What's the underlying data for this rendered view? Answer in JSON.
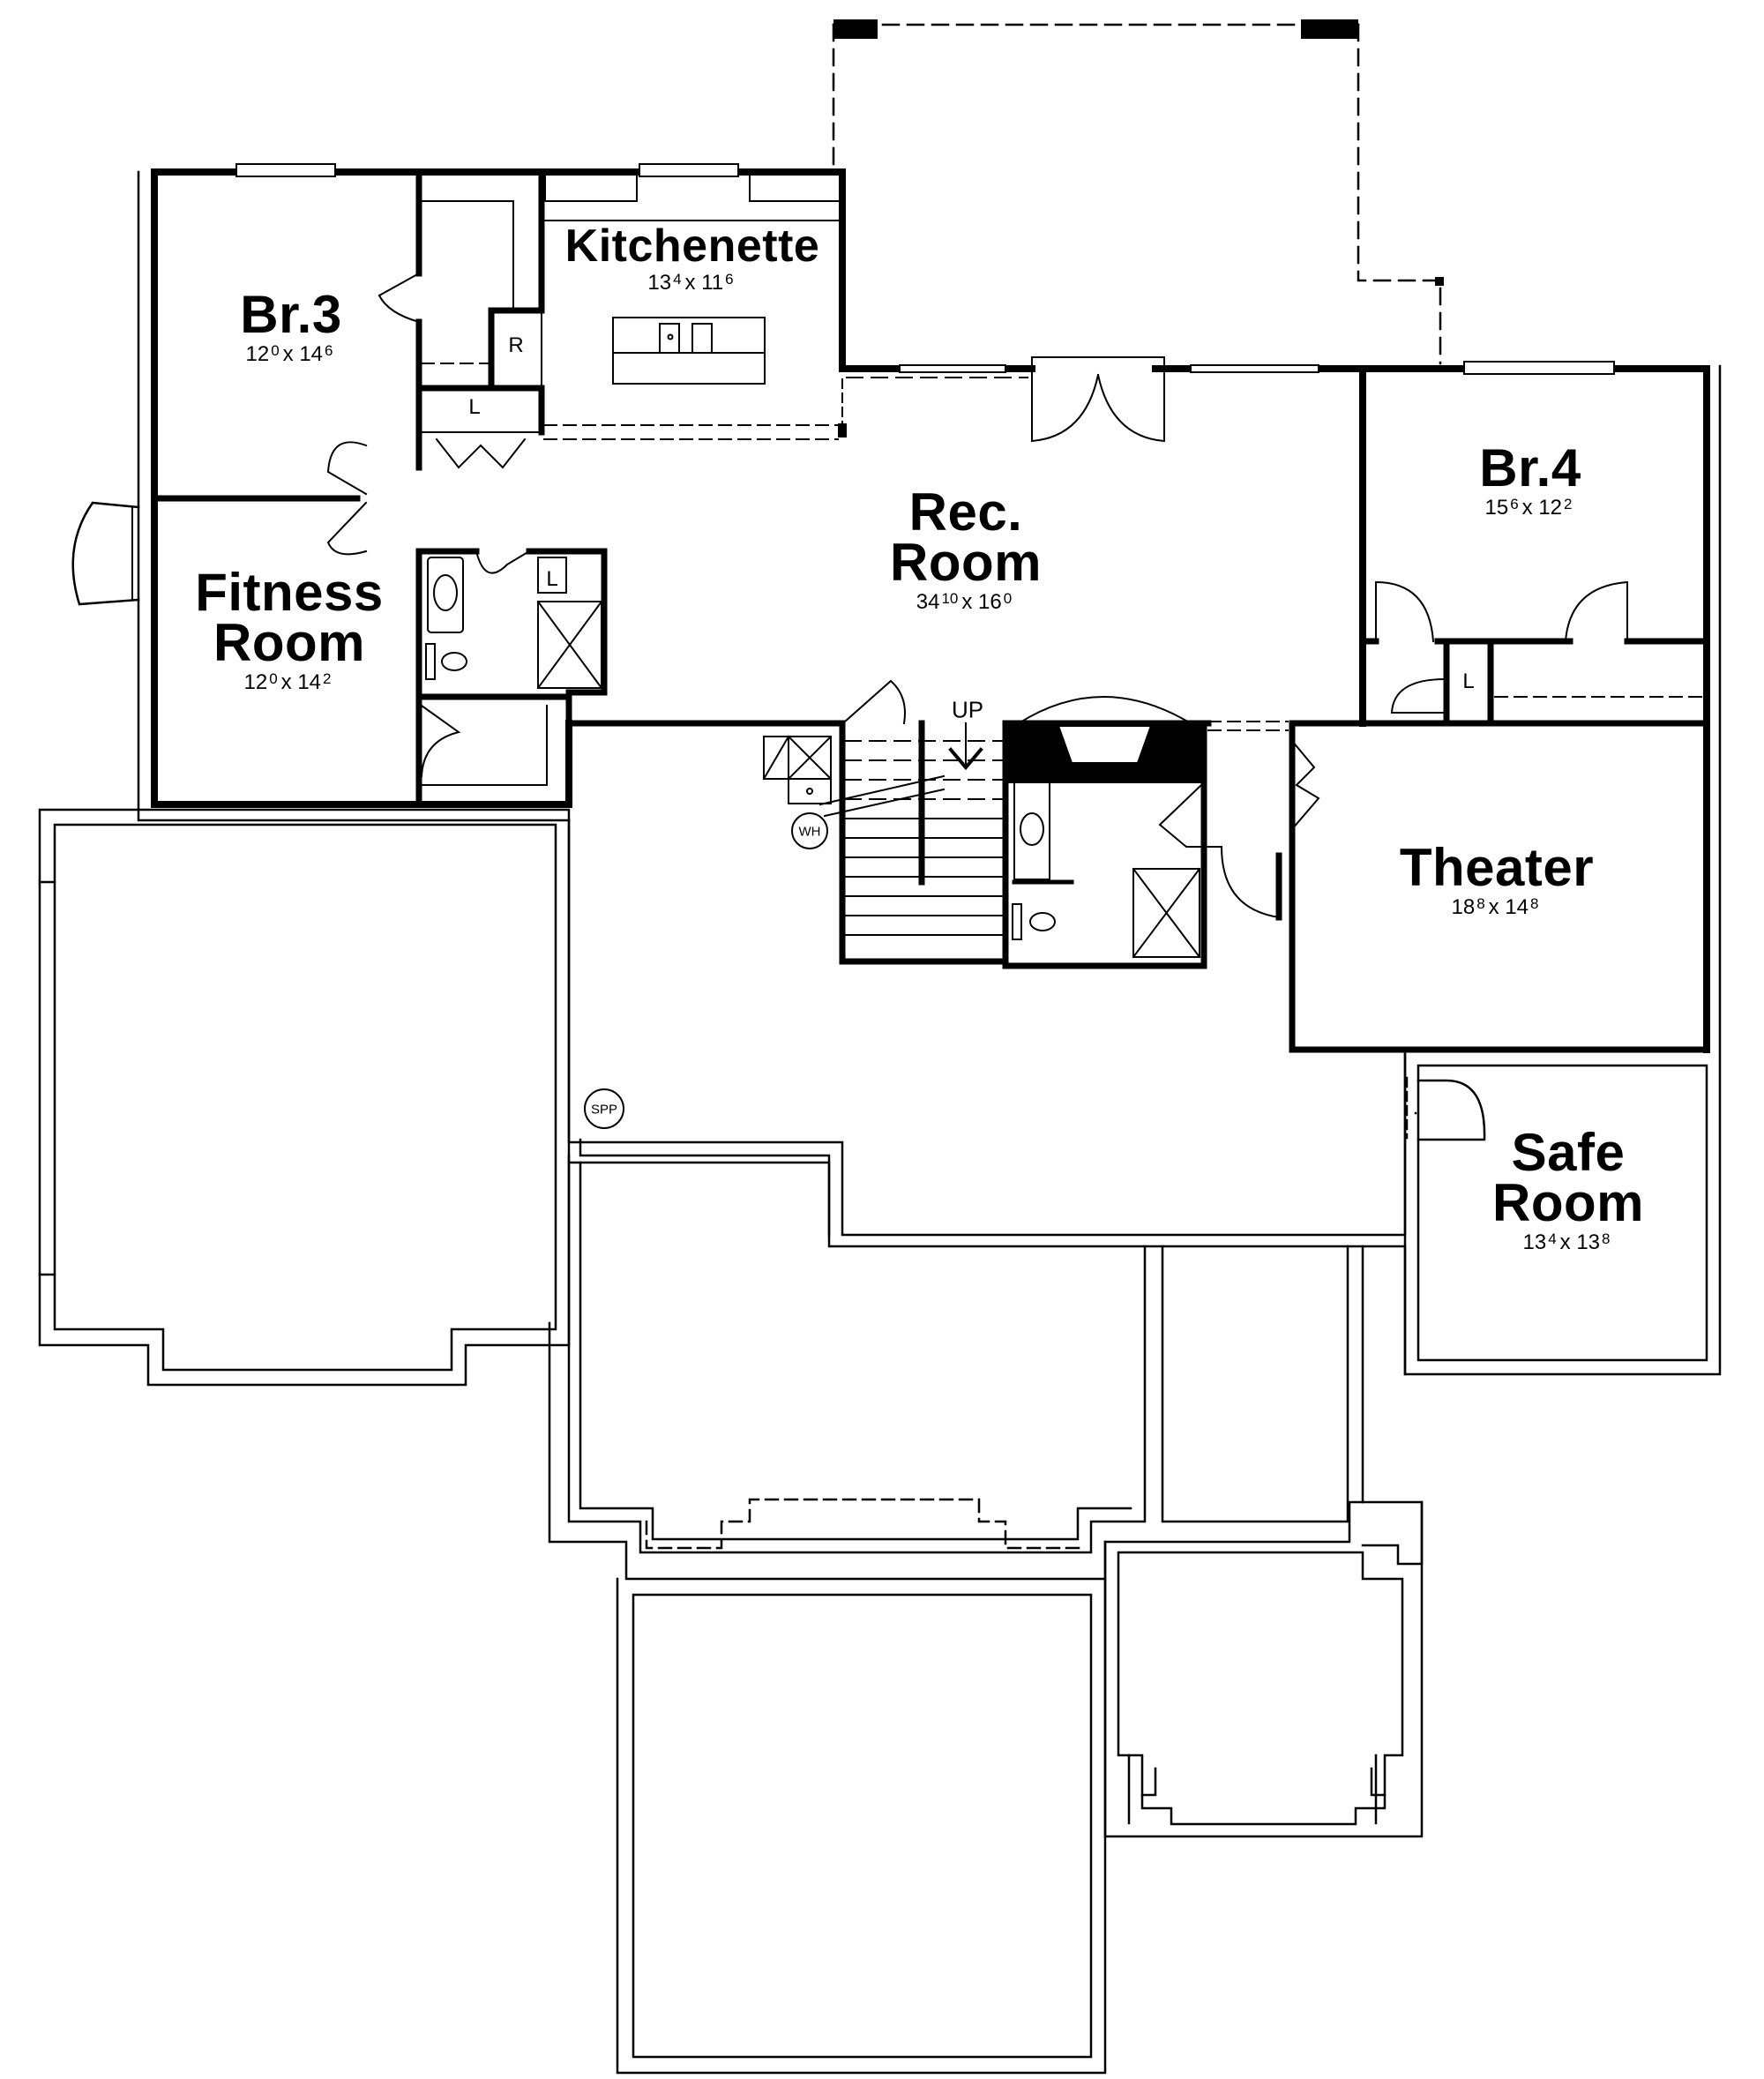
{
  "plan": {
    "type": "basement floor plan",
    "line_color": "#000000",
    "background": "#ffffff"
  },
  "rooms": [
    {
      "id": "br3",
      "name": "Br.3",
      "dim_w": "12",
      "dim_w_in": "0",
      "dim_h": "14",
      "dim_h_in": "6"
    },
    {
      "id": "kitchenette",
      "name": "Kitchenette",
      "dim_w": "13",
      "dim_w_in": "4",
      "dim_h": "11",
      "dim_h_in": "6"
    },
    {
      "id": "rec_room",
      "name_line1": "Rec.",
      "name_line2": "Room",
      "dim_w": "34",
      "dim_w_in": "10",
      "dim_h": "16",
      "dim_h_in": "0"
    },
    {
      "id": "br4",
      "name": "Br.4",
      "dim_w": "15",
      "dim_w_in": "6",
      "dim_h": "12",
      "dim_h_in": "2"
    },
    {
      "id": "fitness_room",
      "name_line1": "Fitness",
      "name_line2": "Room",
      "dim_w": "12",
      "dim_w_in": "0",
      "dim_h": "14",
      "dim_h_in": "2"
    },
    {
      "id": "theater",
      "name": "Theater",
      "dim_w": "18",
      "dim_w_in": "8",
      "dim_h": "14",
      "dim_h_in": "8"
    },
    {
      "id": "safe_room",
      "name_line1": "Safe",
      "name_line2": "Room",
      "dim_w": "13",
      "dim_w_in": "4",
      "dim_h": "13",
      "dim_h_in": "8"
    }
  ],
  "fixtures": {
    "refrigerator": "R",
    "linen_closets": [
      "L",
      "L",
      "L"
    ],
    "stairs_direction": "UP",
    "water_heater": "WH",
    "sump_pump_pit": "SPP",
    "dim_separator": "x"
  }
}
